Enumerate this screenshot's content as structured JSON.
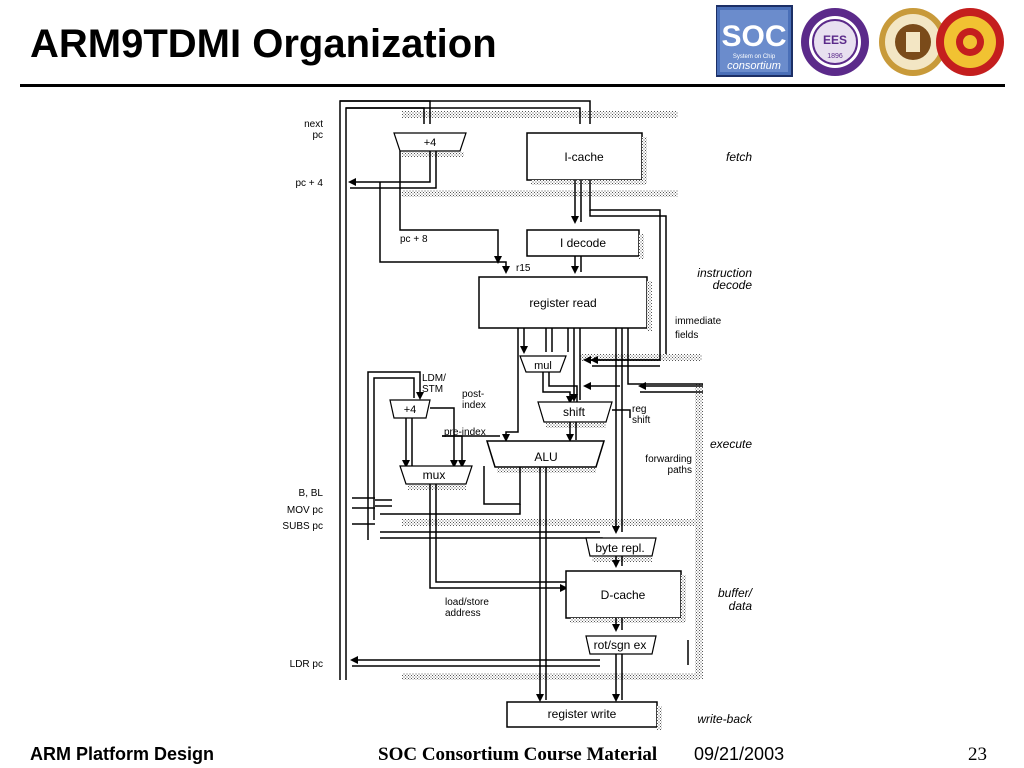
{
  "slide": {
    "title": "ARM9TDMI Organization",
    "footer_left": "ARM Platform Design",
    "footer_center": "SOC Consortium Course Material",
    "footer_date": "09/21/2003",
    "page_number": "23"
  },
  "logos": {
    "soc_text": "SOC",
    "soc_tagline": "System on Chip",
    "soc_sub": "consortium",
    "ees_text": "EES",
    "ees_year": "1896"
  },
  "diagram": {
    "blocks": {
      "icache": "I-cache",
      "idecode": "I decode",
      "register_read": "register read",
      "mul": "mul",
      "shift": "shift",
      "alu": "ALU",
      "mux": "mux",
      "plus4_top": "+4",
      "plus4_mid": "+4",
      "byte_repl": "byte repl.",
      "dcache": "D-cache",
      "rot_sgn": "rot/sgn ex",
      "register_write": "register write"
    },
    "labels": {
      "next": "next",
      "pc": "pc",
      "pc_plus_4": "pc + 4",
      "pc_plus_8": "pc + 8",
      "r15": "r15",
      "immediate": "immediate",
      "fields": "fields",
      "ldm": "LDM/",
      "stm": "STM",
      "post": "post-",
      "index": "index",
      "pre_index": "pre-index",
      "reg": "reg",
      "reg_shift": "shift",
      "forwarding": "forwarding",
      "paths": "paths",
      "b_bl": "B, BL",
      "mov_pc": "MOV pc",
      "subs_pc": "SUBS pc",
      "load_store": "load/store",
      "address": "address",
      "ldr_pc": "LDR pc"
    },
    "stages": {
      "fetch": "fetch",
      "instruction": "instruction",
      "decode": "decode",
      "execute": "execute",
      "buffer": "buffer/",
      "data": "data",
      "write_back": "write-back"
    }
  }
}
